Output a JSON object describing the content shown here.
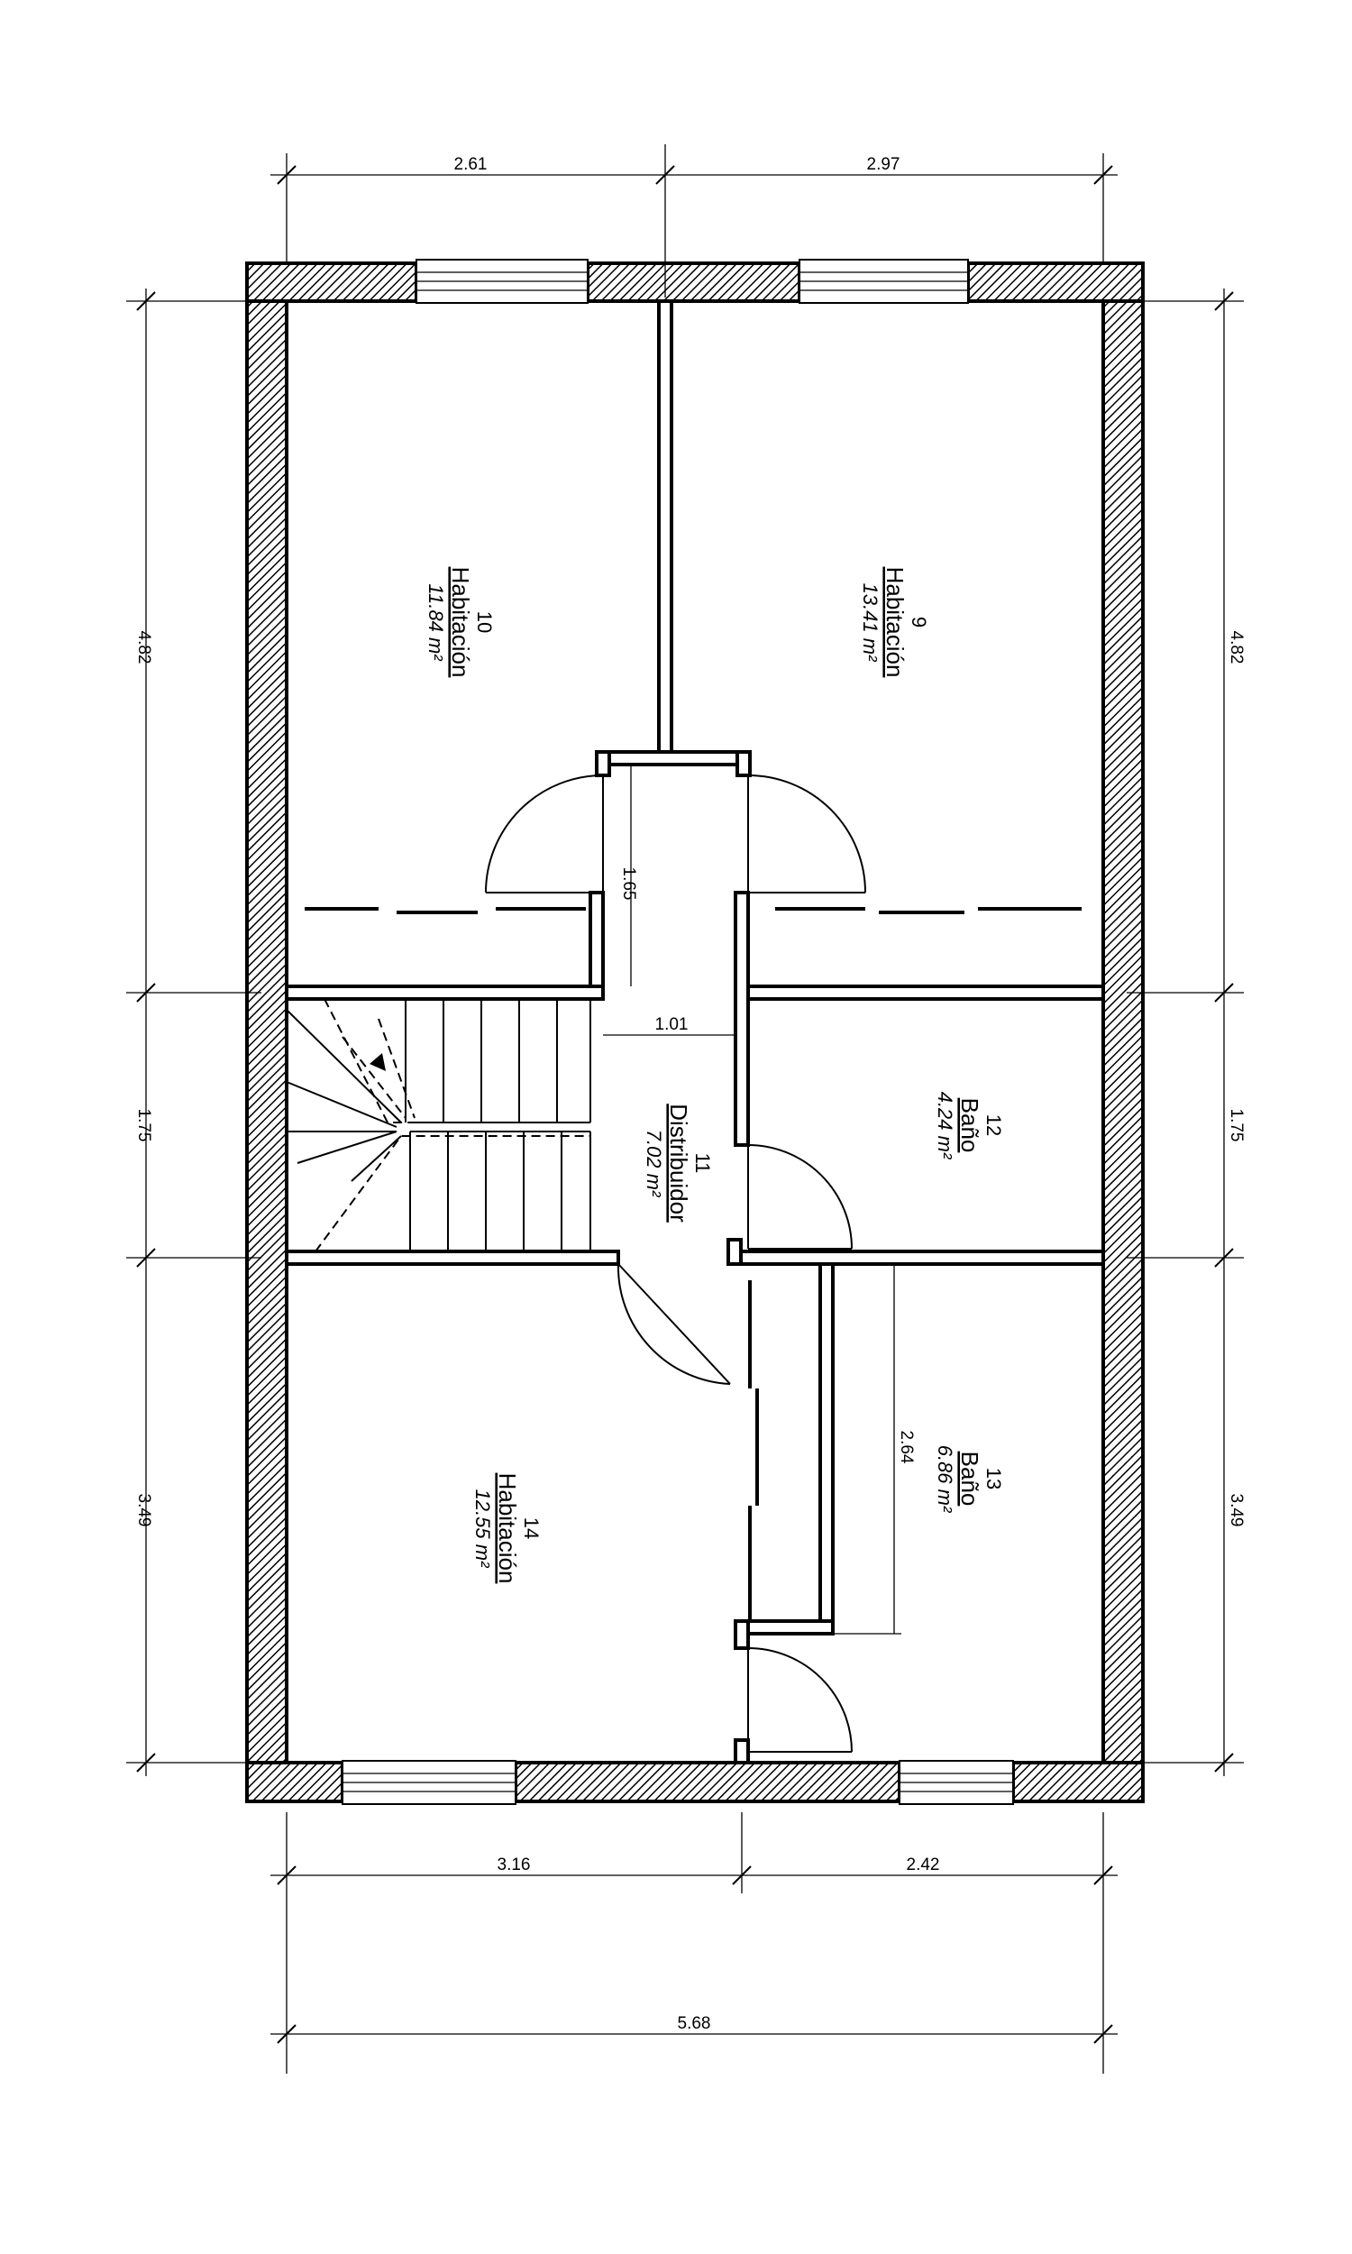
{
  "dimensions": {
    "top_left": "2.61",
    "top_right": "2.97",
    "left_upper": "4.82",
    "left_middle": "1.75",
    "left_lower": "3.49",
    "right_upper": "4.82",
    "right_middle": "1.75",
    "right_lower": "3.49",
    "hall_length": "1.65",
    "hall_width": "1.01",
    "closet_length": "2.64",
    "bottom_left": "3.16",
    "bottom_right": "2.42",
    "bottom_total": "5.68"
  },
  "rooms": [
    {
      "number": "10",
      "name": "Habitación",
      "area": "11.84 m²"
    },
    {
      "number": "9",
      "name": "Habitación",
      "area": "13.41 m²"
    },
    {
      "number": "11",
      "name": "Distribuidor",
      "area": "7.02 m²"
    },
    {
      "number": "12",
      "name": "Baño",
      "area": "4.24 m²"
    },
    {
      "number": "13",
      "name": "Baño",
      "area": "6.86 m²"
    },
    {
      "number": "14",
      "name": "Habitación",
      "area": "12.55 m²"
    }
  ]
}
